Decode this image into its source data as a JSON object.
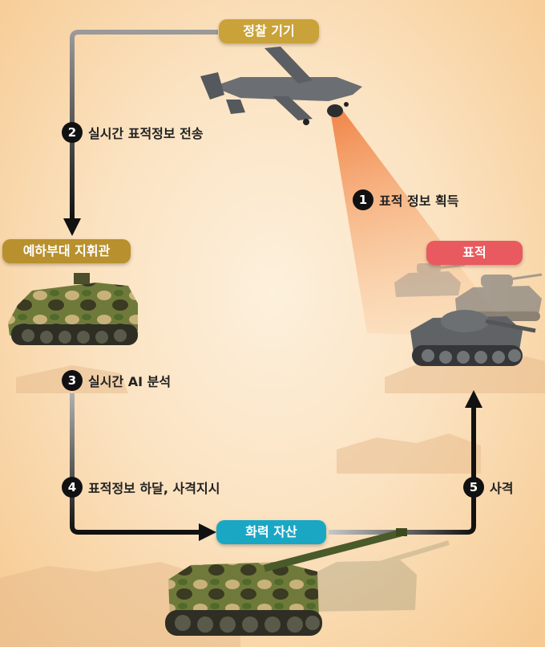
{
  "nodes": {
    "recon": {
      "label": "정찰 기기",
      "color": "#c9a23a"
    },
    "commander": {
      "label": "예하부대 지휘관",
      "color": "#b8902d"
    },
    "target": {
      "label": "표적",
      "color": "#e85a5f"
    },
    "fire": {
      "label": "화력 자산",
      "color": "#1aa7c4"
    }
  },
  "steps": [
    {
      "num": "1",
      "text": "표적 정보 획득"
    },
    {
      "num": "2",
      "text": "실시간 표적정보 전송"
    },
    {
      "num": "3",
      "text": "실시간 AI 분석"
    },
    {
      "num": "4",
      "text": "표적정보 하달, 사격지시"
    },
    {
      "num": "5",
      "text": "사격"
    }
  ]
}
